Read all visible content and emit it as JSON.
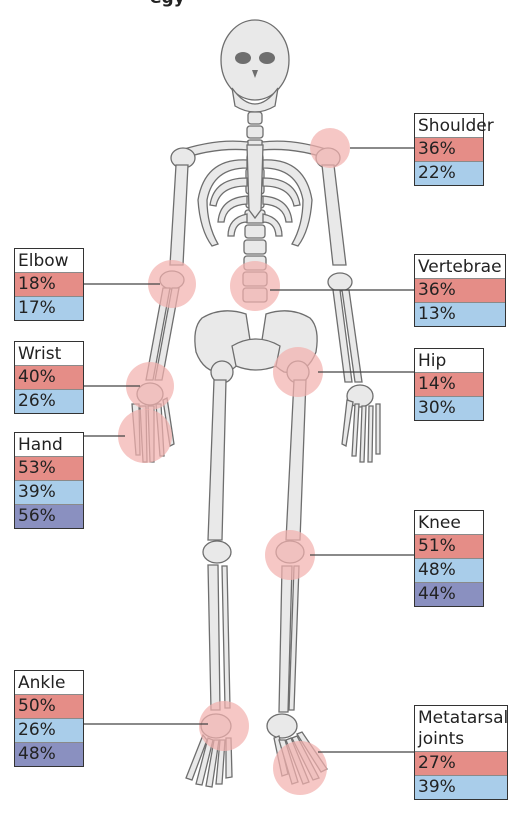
{
  "top_caption": "egy",
  "colors": {
    "row0": "#e58d87",
    "row1": "#a9cdea",
    "row2": "#8a90c0",
    "joint_highlight": "#f3b2ae"
  },
  "joints": [
    {
      "id": "shoulder",
      "title": "Shoulder",
      "values": [
        "36%",
        "22%"
      ]
    },
    {
      "id": "elbow",
      "title": "Elbow",
      "values": [
        "18%",
        "17%"
      ]
    },
    {
      "id": "vertebrae",
      "title": "Vertebrae",
      "values": [
        "36%",
        "13%"
      ]
    },
    {
      "id": "wrist",
      "title": "Wrist",
      "values": [
        "40%",
        "26%"
      ]
    },
    {
      "id": "hip",
      "title": "Hip",
      "values": [
        "14%",
        "30%"
      ]
    },
    {
      "id": "hand",
      "title": "Hand",
      "values": [
        "53%",
        "39%",
        "56%"
      ]
    },
    {
      "id": "knee",
      "title": "Knee",
      "values": [
        "51%",
        "48%",
        "44%"
      ]
    },
    {
      "id": "ankle",
      "title": "Ankle",
      "values": [
        "50%",
        "26%",
        "48%"
      ]
    },
    {
      "id": "metatarsal",
      "title": "Metatarsal joints",
      "values": [
        "27%",
        "39%"
      ]
    }
  ]
}
